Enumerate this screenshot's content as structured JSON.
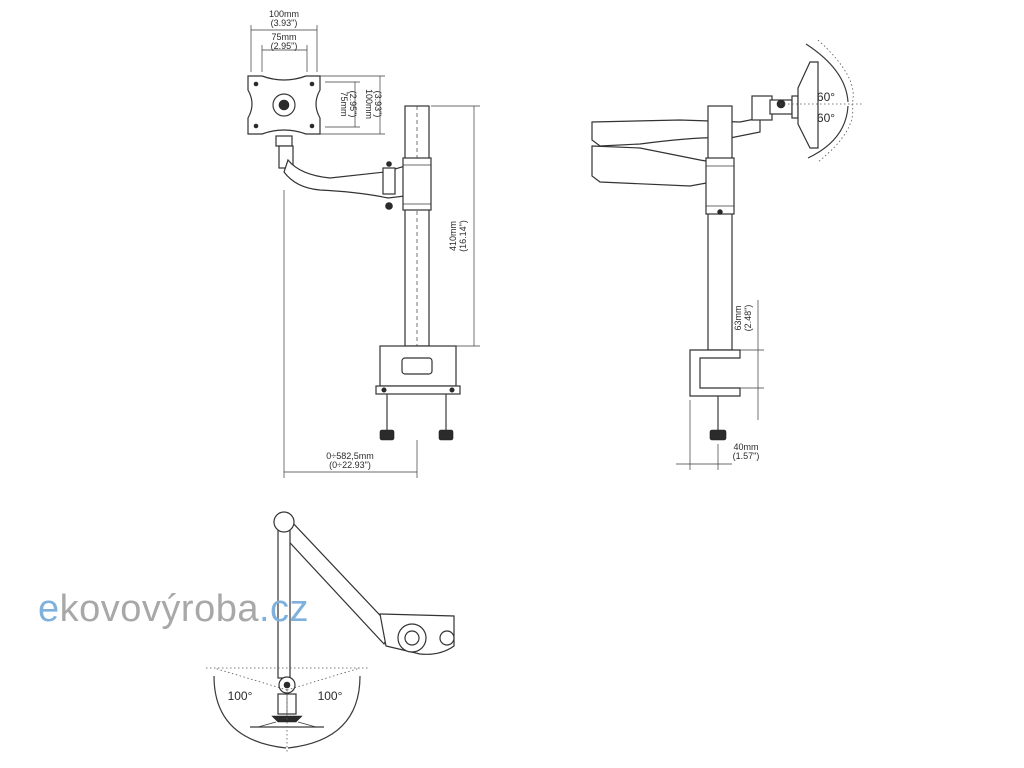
{
  "front_view": {
    "vesa_outer": "100mm",
    "vesa_outer_in": "(3.93\")",
    "vesa_inner": "75mm",
    "vesa_inner_in": "(2.95\")",
    "vesa_v_inner": "75mm",
    "vesa_v_inner_in": "(2.95\")",
    "vesa_v_outer": "100mm",
    "vesa_v_outer_in": "(3.93\")",
    "pole_height": "410mm",
    "pole_height_in": "(16.14\")",
    "reach": "0÷582,5mm",
    "reach_in": "(0÷22.93\")"
  },
  "side_view": {
    "tilt_up": "60°",
    "tilt_down": "60°",
    "clamp_height": "63mm",
    "clamp_height_in": "(2.48\")",
    "clamp_depth": "40mm",
    "clamp_depth_in": "(1.57\")"
  },
  "top_view": {
    "swivel_left": "100°",
    "swivel_right": "100°"
  },
  "logo": {
    "part1": "e",
    "part2": "kovovýroba",
    "part3": ".cz"
  }
}
